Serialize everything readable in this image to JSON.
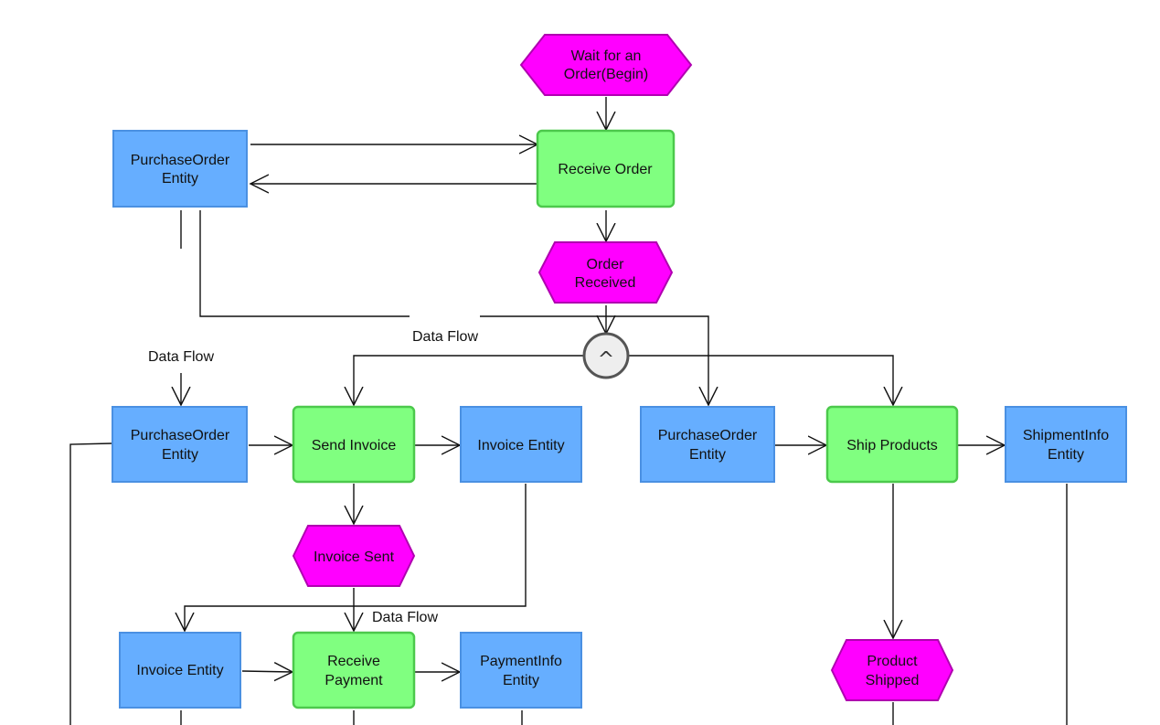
{
  "diagram": {
    "nodes": {
      "wait_order": {
        "lines": [
          "Wait for an",
          "Order(Begin)"
        ],
        "kind": "event"
      },
      "po_entity_top": {
        "lines": [
          "PurchaseOrder",
          "Entity"
        ],
        "kind": "entity"
      },
      "receive_order": {
        "lines": [
          "Receive Order"
        ],
        "kind": "function"
      },
      "order_received": {
        "lines": [
          "Order",
          "Received"
        ],
        "kind": "event"
      },
      "and_gate": {
        "lines": [
          "^"
        ],
        "kind": "and-connector"
      },
      "po_entity_left": {
        "lines": [
          "PurchaseOrder",
          "Entity"
        ],
        "kind": "entity"
      },
      "send_invoice": {
        "lines": [
          "Send Invoice"
        ],
        "kind": "function"
      },
      "invoice_entity_top": {
        "lines": [
          "Invoice Entity"
        ],
        "kind": "entity"
      },
      "po_entity_mid": {
        "lines": [
          "PurchaseOrder",
          "Entity"
        ],
        "kind": "entity"
      },
      "ship_products": {
        "lines": [
          "Ship Products"
        ],
        "kind": "function"
      },
      "shipment_entity": {
        "lines": [
          "ShipmentInfo",
          "Entity"
        ],
        "kind": "entity"
      },
      "invoice_sent": {
        "lines": [
          "Invoice Sent"
        ],
        "kind": "event"
      },
      "invoice_entity_bottom": {
        "lines": [
          "Invoice Entity"
        ],
        "kind": "entity"
      },
      "receive_payment": {
        "lines": [
          "Receive",
          "Payment"
        ],
        "kind": "function"
      },
      "payment_entity": {
        "lines": [
          "PaymentInfo",
          "Entity"
        ],
        "kind": "entity"
      },
      "product_shipped": {
        "lines": [
          "Product",
          "Shipped"
        ],
        "kind": "event"
      }
    },
    "edge_labels": {
      "data_flow_1": "Data Flow",
      "data_flow_2": "Data Flow",
      "data_flow_3": "Data Flow"
    },
    "colors": {
      "entity": "#66aeff",
      "function": "#80ff80",
      "event": "#ff00ff",
      "connector": "#eeeeee",
      "line": "#111111"
    }
  }
}
